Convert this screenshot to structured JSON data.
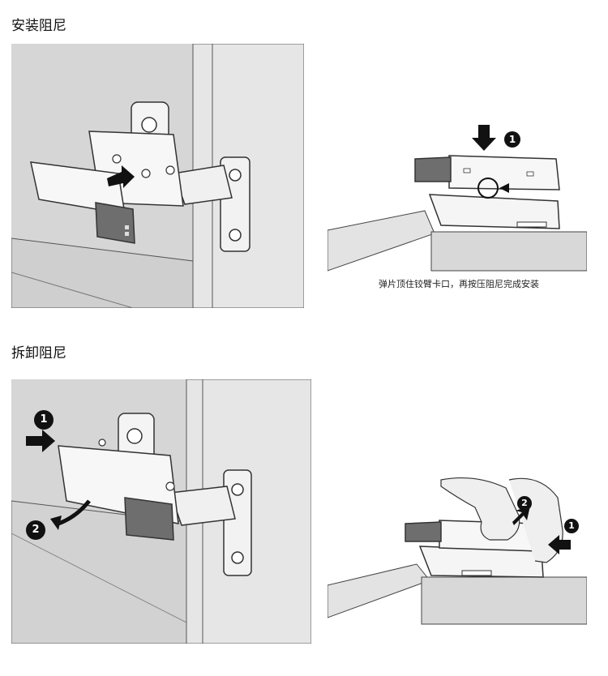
{
  "install": {
    "title": "安装阻尼",
    "caption": "弹片顶住铰臂卡口，再按压阻尼完成安装",
    "step1_badge": "1"
  },
  "remove": {
    "title": "拆卸阻尼",
    "step1_badge": "1",
    "step2_badge": "2",
    "detail_step1_badge": "1",
    "detail_step2_badge": "2"
  },
  "colors": {
    "panel_bg": "#d6d6d6",
    "stroke": "#333333",
    "damper_grey": "#6e6e6e",
    "badge": "#111111"
  }
}
